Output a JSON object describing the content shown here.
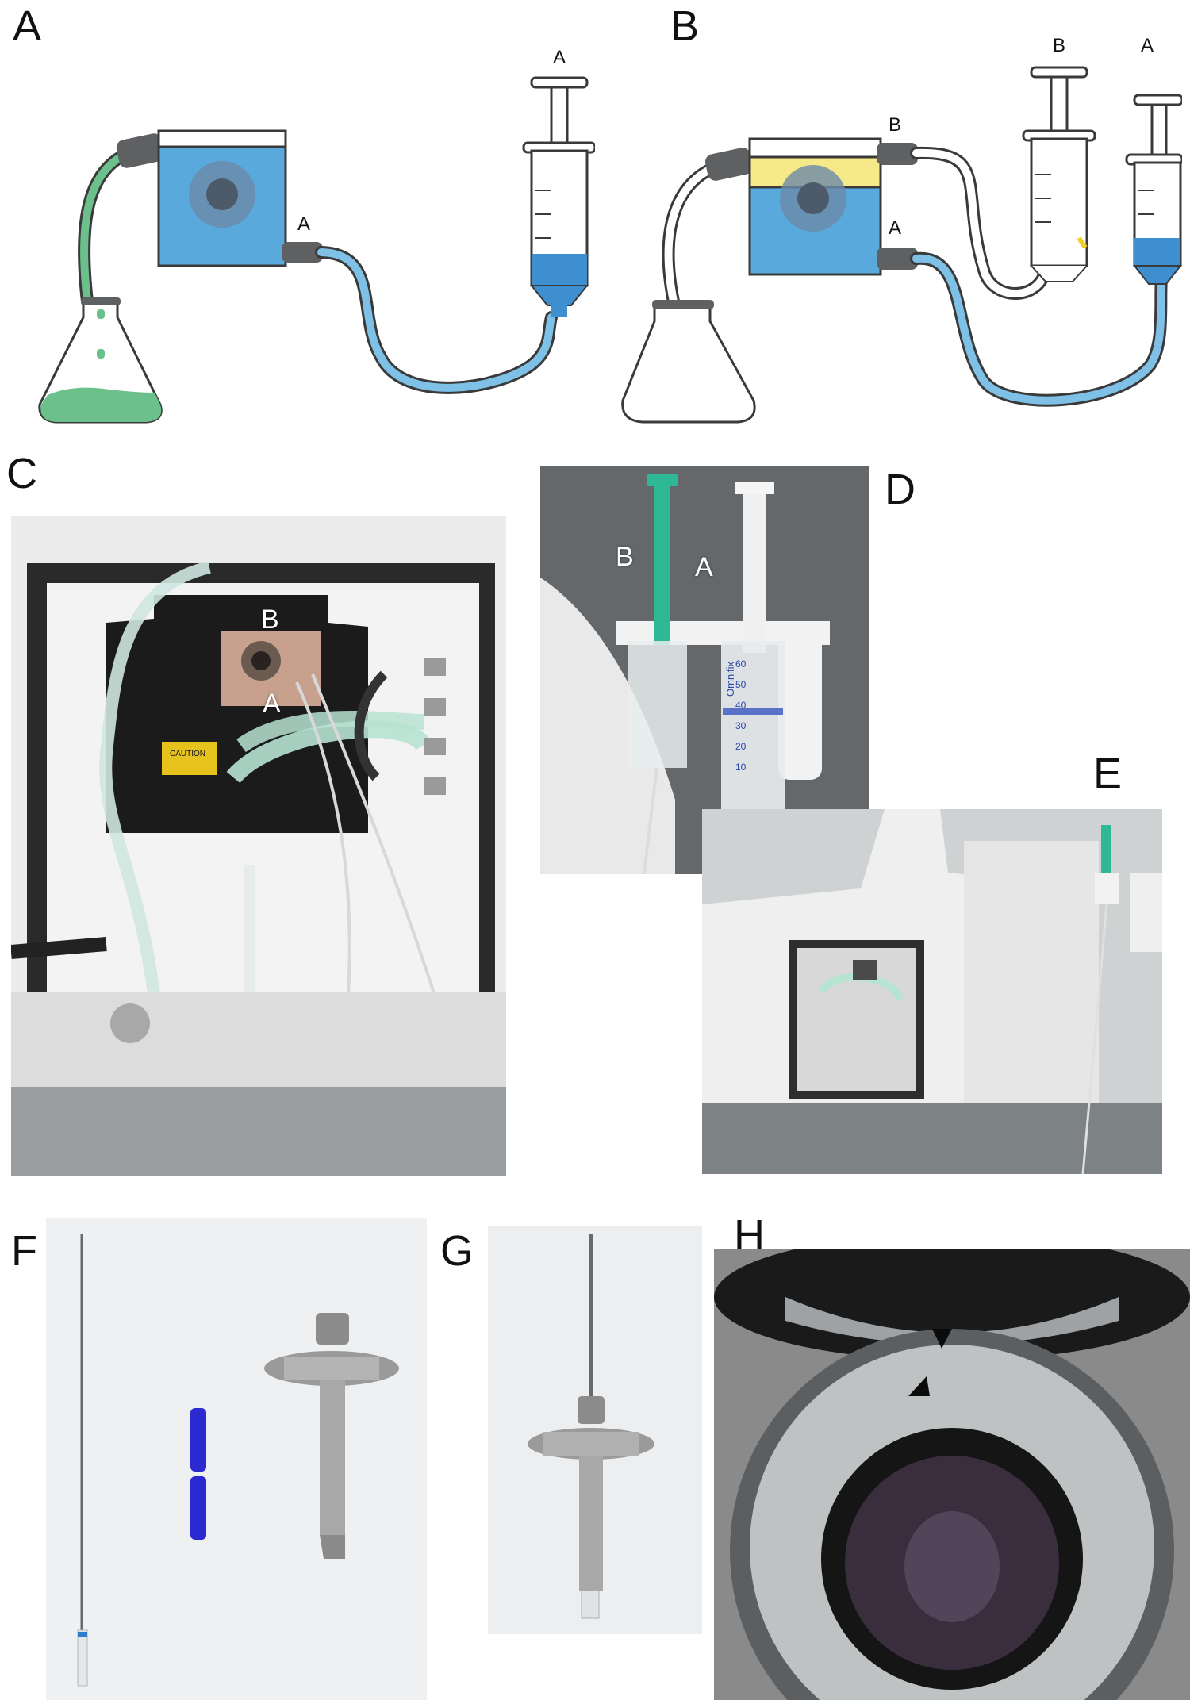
{
  "panels": {
    "A": {
      "letter": "A",
      "pump_port_label": "A",
      "syringe_label": "A"
    },
    "B": {
      "letter": "B",
      "pump_port_top_label": "B",
      "pump_port_bottom_label": "A",
      "syringe_b_label": "B",
      "syringe_a_label": "A"
    },
    "C": {
      "letter": "C",
      "port_b_label": "B",
      "port_a_label": "A",
      "caution_text": "CAUTION"
    },
    "D": {
      "letter": "D",
      "syringe_b_label": "B",
      "syringe_a_label": "A",
      "syringe_brand_text": "Omnifix",
      "scale_marks": [
        "60",
        "50",
        "40",
        "30",
        "20",
        "10"
      ]
    },
    "E": {
      "letter": "E"
    },
    "F": {
      "letter": "F"
    },
    "G": {
      "letter": "G"
    },
    "H": {
      "letter": "H"
    }
  },
  "colors": {
    "pump_blue": "#5aa9dd",
    "pump_yellow": "#f5e98a",
    "liquid_green": "#6cc08b",
    "liquid_blue": "#7fc1e6",
    "syringe_blue": "#3d8fcf",
    "connector_gray": "#5f6062",
    "green_plunger": "#2fb895",
    "spacer_blue": "#2a2ad0"
  }
}
